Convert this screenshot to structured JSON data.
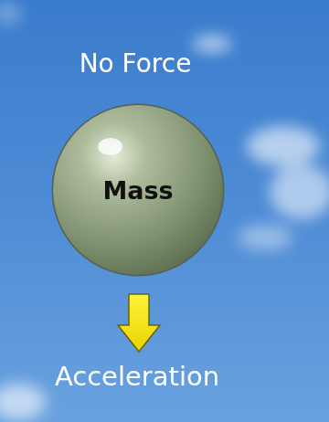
{
  "diagram": {
    "nodes": [
      {
        "text": [
          "Mass"
        ]
      }
    ],
    "labels": [
      "No Force",
      "Acceleration"
    ]
  }
}
